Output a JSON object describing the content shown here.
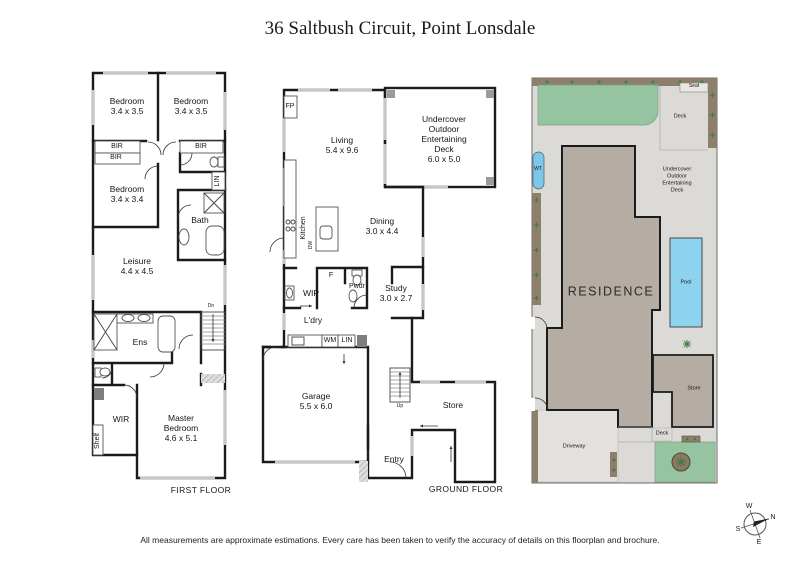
{
  "title": "36 Saltbush Circuit, Point Lonsdale",
  "disclaimer": "All measurements are approximate estimations. Every care has been taken to verify the accuracy of details on this floorplan and brochure.",
  "first_floor": {
    "caption": "FIRST FLOOR",
    "labels": {
      "bedroom1": "Bedroom\n3.4 x 3.5",
      "bedroom2": "Bedroom\n3.4 x 3.5",
      "bir1": "BIR",
      "bir2": "BIR",
      "bir3": "BIR",
      "lin": "LIN",
      "bedroom3": "Bedroom\n3.4 x 3.4",
      "bath": "Bath",
      "leisure": "Leisure\n4.4 x 4.5",
      "ens": "Ens",
      "dn": "Dn",
      "wir": "WIR",
      "shelf": "Shelf",
      "master": "Master\nBedroom\n4.6 x 5.1"
    }
  },
  "ground_floor": {
    "caption": "GROUND FLOOR",
    "labels": {
      "fp": "FP",
      "living": "Living\n5.4 x 9.6",
      "deck": "Undercover\nOutdoor\nEntertaining\nDeck\n6.0 x 5.0",
      "kitchen": "Kitchen",
      "dw": "DW",
      "dining": "Dining\n3.0 x 4.4",
      "fridge": "F",
      "pwdr": "Pwdr",
      "wip": "WIP",
      "study": "Study\n3.0 x 2.7",
      "ldry": "L'dry",
      "wm": "WM",
      "lin": "LIN",
      "garage": "Garage\n5.5 x 6.0",
      "up": "Up",
      "store": "Store",
      "entry": "Entry"
    }
  },
  "site_plan": {
    "labels": {
      "seat": "Seat",
      "deck_top": "Deck",
      "wt": "WT",
      "deck_entertaining": "Undercover\nOutdoor\nEntertaining\nDeck",
      "residence": "RESIDENCE",
      "pool": "Pool",
      "store": "Store",
      "deck_bottom": "Deck",
      "driveway": "Driveway"
    },
    "colors": {
      "lawn": "#96c4a1",
      "path": "#dcdad7",
      "driveway": "#e3e1de",
      "building": "#b5aca4",
      "pool": "#8dd2ee",
      "water_tank": "#7ec7e8",
      "garden_bed": "#8d7f6b",
      "wall": "#1b1b1b"
    }
  },
  "compass": {
    "n": "N",
    "s": "S",
    "e": "E",
    "w": "W"
  }
}
